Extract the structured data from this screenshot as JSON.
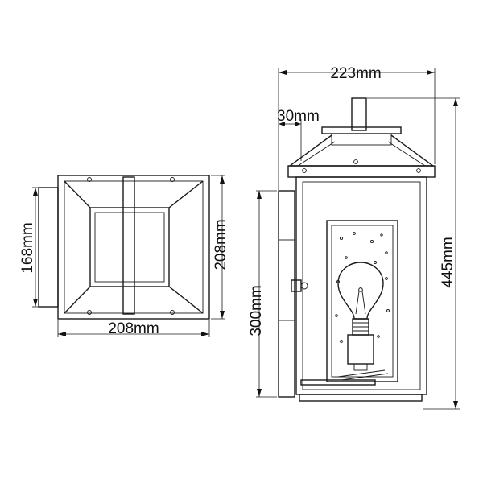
{
  "dimensions": {
    "top_view_width": "208mm",
    "top_view_depth": "208mm",
    "backplate_height": "168mm",
    "overall_width": "223mm",
    "offset": "30mm",
    "fixing_height": "300mm",
    "overall_height": "445mm"
  }
}
